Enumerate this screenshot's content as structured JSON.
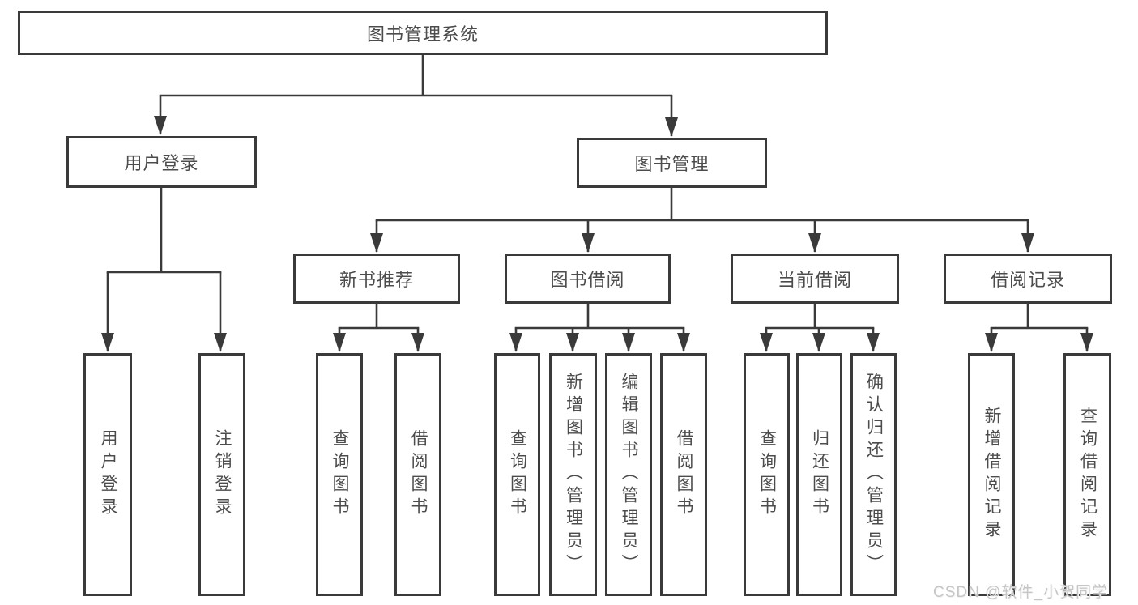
{
  "colors": {
    "line": "#3a3a3a",
    "box_border": "#3a3a3a",
    "text": "#4c4c4c",
    "watermark": "#c6c6c6",
    "background": "#ffffff"
  },
  "tree": {
    "root": {
      "label": "图书管理系统"
    },
    "branches": [
      {
        "label": "用户登录",
        "children": [
          {
            "label": "用户登录"
          },
          {
            "label": "注销登录"
          }
        ]
      },
      {
        "label": "图书管理",
        "children": [
          {
            "label": "新书推荐",
            "children": [
              {
                "label": "查询图书"
              },
              {
                "label": "借阅图书"
              }
            ]
          },
          {
            "label": "图书借阅",
            "children": [
              {
                "label": "查询图书"
              },
              {
                "label": "新增图书（管理员）"
              },
              {
                "label": "编辑图书（管理员）"
              },
              {
                "label": "借阅图书"
              }
            ]
          },
          {
            "label": "当前借阅",
            "children": [
              {
                "label": "查询图书"
              },
              {
                "label": "归还图书"
              },
              {
                "label": "确认归还（管理员）"
              }
            ]
          },
          {
            "label": "借阅记录",
            "children": [
              {
                "label": "新增借阅记录"
              },
              {
                "label": "查询借阅记录"
              }
            ]
          }
        ]
      }
    ]
  },
  "watermark": "CSDN @软件_小贺同学"
}
